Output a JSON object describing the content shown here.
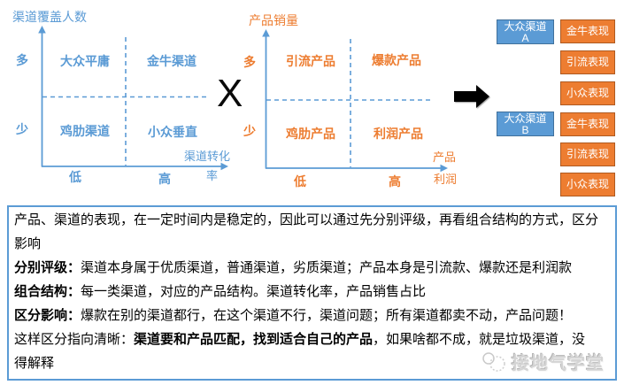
{
  "colors": {
    "axis_blue": "#5B9BD5",
    "channel_text_blue": "#5B9BD5",
    "product_text_orange": "#ED7D31",
    "channel_box_fill": "#5B9BD5",
    "channel_box_border": "#41719C",
    "performance_box_fill": "#ED7D31",
    "performance_box_border": "#AE5A21",
    "combine_symbol_black": "#000000",
    "note_border_blue": "#5B9BD5",
    "watermark_gray": "#D4D4D4"
  },
  "charts": {
    "channel": {
      "title": "渠道覆盖人数",
      "y_tick_top": "多",
      "y_tick_bottom": "少",
      "x_tick_left": "低",
      "x_tick_right": "高",
      "x_label_line1": "渠道转化",
      "x_label_line2": "率",
      "quadrant_tl": "大众平庸",
      "quadrant_tr": "金牛渠道",
      "quadrant_bl": "鸡肋渠道",
      "quadrant_br": "小众垂直"
    },
    "product": {
      "title": "产品销量",
      "y_tick_top": "多",
      "y_tick_bottom": "少",
      "x_tick_left": "低",
      "x_tick_right": "高",
      "x_label_line1": "产品",
      "x_label_line2": "利润",
      "quadrant_tl": "引流产品",
      "quadrant_tr": "爆款产品",
      "quadrant_bl": "鸡肋产品",
      "quadrant_br": "利润产品"
    },
    "combine_symbol": "X"
  },
  "result": {
    "groups": [
      {
        "channel_name": "大众渠道",
        "channel_suffix": "A",
        "performances": [
          "金牛表现",
          "引流表现",
          "小众表现"
        ]
      },
      {
        "channel_name": "大众渠道",
        "channel_suffix": "B",
        "performances": [
          "金牛表现",
          "引流表现",
          "小众表现"
        ]
      }
    ]
  },
  "note": {
    "lines": [
      {
        "segments": [
          {
            "text": "产品、渠道的表现，在一定时间内是稳定的，因此可以通过先分别评级，再看组合结构的方式，区分",
            "bold": false
          }
        ]
      },
      {
        "segments": [
          {
            "text": "影响",
            "bold": false
          }
        ]
      },
      {
        "segments": [
          {
            "text": "分别评级：",
            "bold": true
          },
          {
            "text": "渠道本身属于优质渠道，普通渠道，劣质渠道；产品本身是引流款、爆款还是利润款",
            "bold": false
          }
        ]
      },
      {
        "segments": [
          {
            "text": "组合结构：",
            "bold": true
          },
          {
            "text": "每一类渠道，对应的产品结构。渠道转化率，产品销售占比",
            "bold": false
          }
        ]
      },
      {
        "segments": [
          {
            "text": "区分影响：",
            "bold": true
          },
          {
            "text": "爆款在别的渠道都行，在这个渠道不行，渠道问题；所有渠道都卖不动，产品问题！",
            "bold": false
          }
        ]
      },
      {
        "segments": [
          {
            "text": "这样区分指向清晰：",
            "bold": false
          },
          {
            "text": "渠道要和产品匹配，找到适合自己的产品",
            "bold": true
          },
          {
            "text": "，如果啥都不成，就是垃圾渠道，没",
            "bold": false
          }
        ]
      },
      {
        "segments": [
          {
            "text": "得解释",
            "bold": false
          }
        ]
      }
    ]
  },
  "watermark": {
    "text": "接地气学堂"
  }
}
